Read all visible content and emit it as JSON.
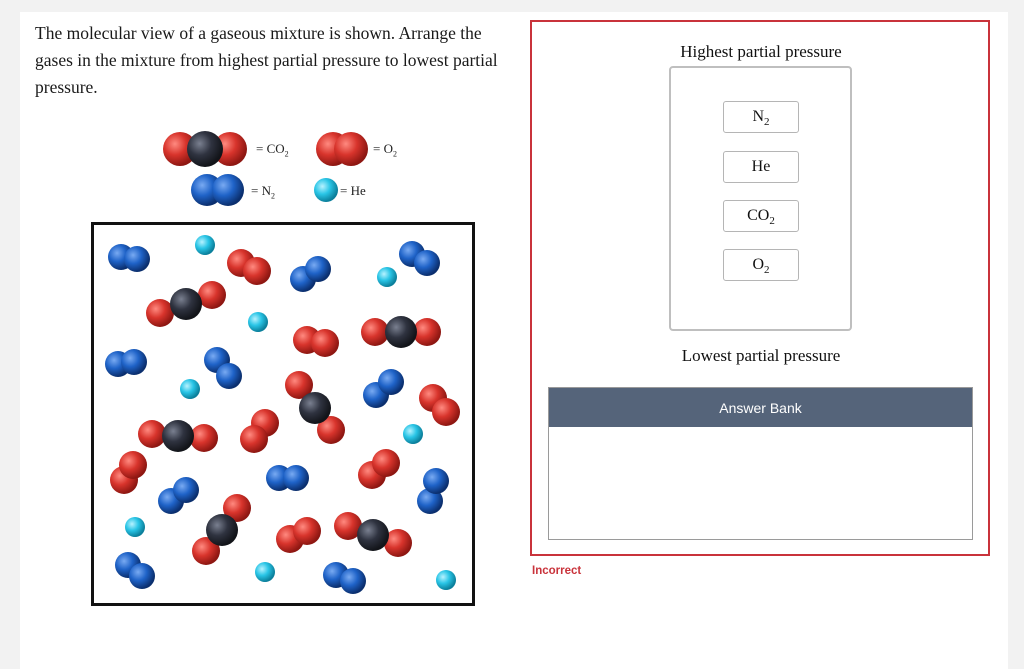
{
  "question": {
    "text": "The molecular view of a gaseous mixture is shown. Arrange the gases in the mixture from highest partial pressure to lowest partial pressure."
  },
  "legend": {
    "co2": {
      "eq": "= CO",
      "sub": "2"
    },
    "o2": {
      "eq": "= O",
      "sub": "2"
    },
    "n2": {
      "eq": "= N",
      "sub": "2"
    },
    "he": {
      "eq": "= He",
      "sub": ""
    }
  },
  "colors": {
    "oxygen": "#d8342c",
    "carbon": "#2f3340",
    "nitrogen": "#1f63c8",
    "helium": "#29c5e6",
    "frame_error": "#c9333b",
    "bank_header": "#55647a"
  },
  "ranking": {
    "top_label": "Highest partial pressure",
    "bottom_label": "Lowest partial pressure",
    "items": [
      {
        "base": "N",
        "sub": "2"
      },
      {
        "base": "He",
        "sub": ""
      },
      {
        "base": "CO",
        "sub": "2"
      },
      {
        "base": "O",
        "sub": "2"
      }
    ]
  },
  "answer_bank": {
    "title": "Answer Bank"
  },
  "status": {
    "text": "Incorrect"
  }
}
